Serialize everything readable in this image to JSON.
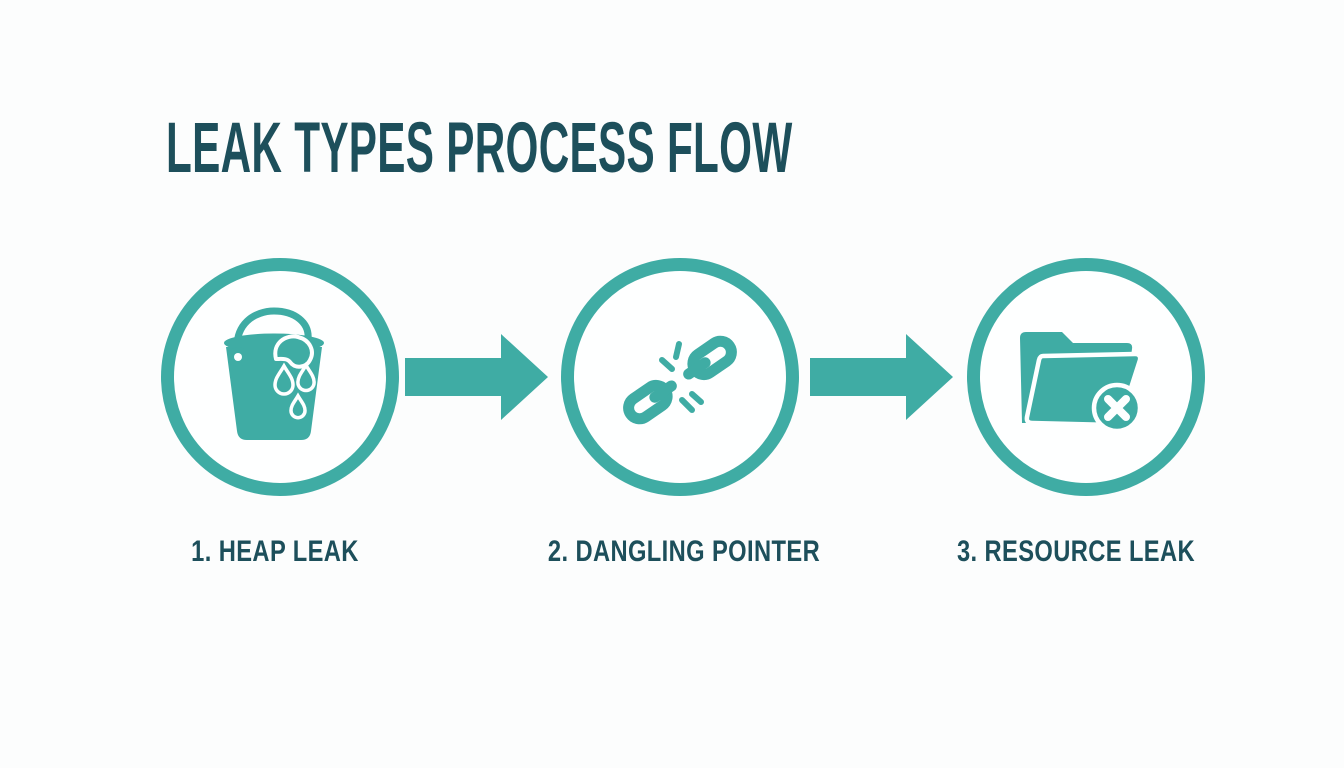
{
  "title": "LEAK TYPES PROCESS FLOW",
  "colors": {
    "teal": "#3FACA4",
    "dark_text": "#1D4F5B",
    "background": "#FCFDFD"
  },
  "steps": [
    {
      "label": "1. HEAP LEAK",
      "icon": "bucket-leak-icon"
    },
    {
      "label": "2. DANGLING POINTER",
      "icon": "broken-chain-icon"
    },
    {
      "label": "3. RESOURCE LEAK",
      "icon": "folder-error-icon"
    }
  ],
  "arrows": [
    {
      "icon": "arrow-right-icon"
    },
    {
      "icon": "arrow-right-icon"
    }
  ]
}
